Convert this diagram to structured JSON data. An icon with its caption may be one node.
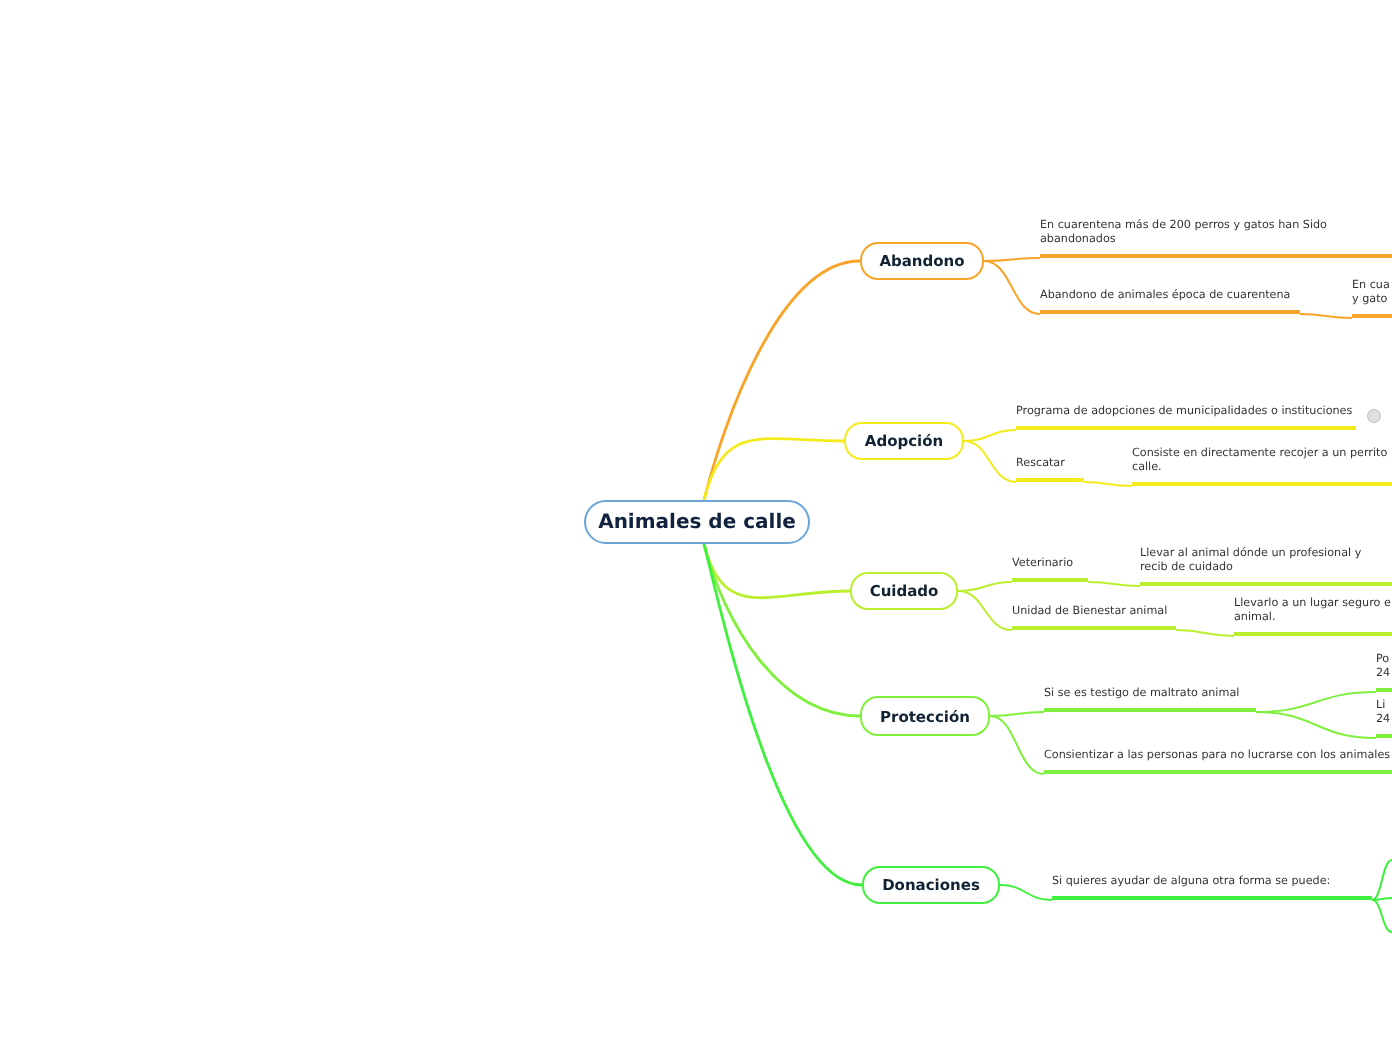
{
  "diagram": {
    "nodes": [
      {
        "text": [
          "Animales de calle"
        ]
      },
      {
        "text": [
          "Abandono"
        ]
      },
      {
        "text": [
          "En cuarentena más de 200 perros y gatos han Sido abandonados"
        ]
      },
      {
        "text": [
          "Abandono de animales época de cuarentena"
        ]
      },
      {
        "text": [
          "En cua y gato"
        ]
      },
      {
        "text": [
          "Adopción"
        ]
      },
      {
        "text": [
          "Programa de adopciones de municipalidades o instituciones"
        ]
      },
      {
        "text": [
          "Rescatar"
        ]
      },
      {
        "text": [
          "Consiste en directamente recojer a un perrito calle."
        ]
      },
      {
        "text": [
          "Cuidado"
        ]
      },
      {
        "text": [
          "Veterinario"
        ]
      },
      {
        "text": [
          "Llevar al animal dónde un profesional y recib de cuidado"
        ]
      },
      {
        "text": [
          "Unidad de Bienestar animal"
        ]
      },
      {
        "text": [
          "Llevarlo a un lugar seguro e animal."
        ]
      },
      {
        "text": [
          "Protección"
        ]
      },
      {
        "text": [
          "Si se es testigo de maltrato animal"
        ]
      },
      {
        "text": [
          "Po 24"
        ]
      },
      {
        "text": [
          "Li 24"
        ]
      },
      {
        "text": [
          "Consientizar a las personas para no lucrarse con los animales"
        ]
      },
      {
        "text": [
          "Donaciones"
        ]
      },
      {
        "text": [
          "Si quieres ayudar de alguna otra forma se puede:"
        ]
      }
    ],
    "edges": [
      {
        "from": 0,
        "to": 1,
        "arrow": "none",
        "color": "#f7a428"
      },
      {
        "from": 0,
        "to": 5,
        "arrow": "none",
        "color": "#f5ea1c"
      },
      {
        "from": 0,
        "to": 9,
        "arrow": "none",
        "color": "#b9ef2c"
      },
      {
        "from": 0,
        "to": 14,
        "arrow": "none",
        "color": "#7ff03c"
      },
      {
        "from": 0,
        "to": 19,
        "arrow": "none",
        "color": "#3ff03c"
      },
      {
        "from": 1,
        "to": 2,
        "arrow": "none",
        "color": "#f7a428"
      },
      {
        "from": 1,
        "to": 3,
        "arrow": "none",
        "color": "#f7a428"
      },
      {
        "from": 3,
        "to": 4,
        "arrow": "none",
        "color": "#f7a428"
      },
      {
        "from": 5,
        "to": 6,
        "arrow": "none",
        "color": "#f5ea1c"
      },
      {
        "from": 5,
        "to": 7,
        "arrow": "none",
        "color": "#f5ea1c"
      },
      {
        "from": 7,
        "to": 8,
        "arrow": "none",
        "color": "#f5ea1c"
      },
      {
        "from": 9,
        "to": 10,
        "arrow": "none",
        "color": "#b9ef2c"
      },
      {
        "from": 9,
        "to": 12,
        "arrow": "none",
        "color": "#b9ef2c"
      },
      {
        "from": 10,
        "to": 11,
        "arrow": "none",
        "color": "#b9ef2c"
      },
      {
        "from": 12,
        "to": 13,
        "arrow": "none",
        "color": "#b9ef2c"
      },
      {
        "from": 14,
        "to": 15,
        "arrow": "none",
        "color": "#7ff03c"
      },
      {
        "from": 14,
        "to": 18,
        "arrow": "none",
        "color": "#7ff03c"
      },
      {
        "from": 15,
        "to": 16,
        "arrow": "none",
        "color": "#7ff03c"
      },
      {
        "from": 15,
        "to": 17,
        "arrow": "none",
        "color": "#7ff03c"
      },
      {
        "from": 19,
        "to": 20,
        "arrow": "none",
        "color": "#3ff03c"
      },
      {
        "from": 20,
        "to": null,
        "arrow": "none",
        "color": "#3ff03c"
      },
      {
        "from": 20,
        "to": null,
        "arrow": "none",
        "color": "#3ff03c"
      },
      {
        "from": 20,
        "to": null,
        "arrow": "none",
        "color": "#3ff03c"
      }
    ]
  }
}
